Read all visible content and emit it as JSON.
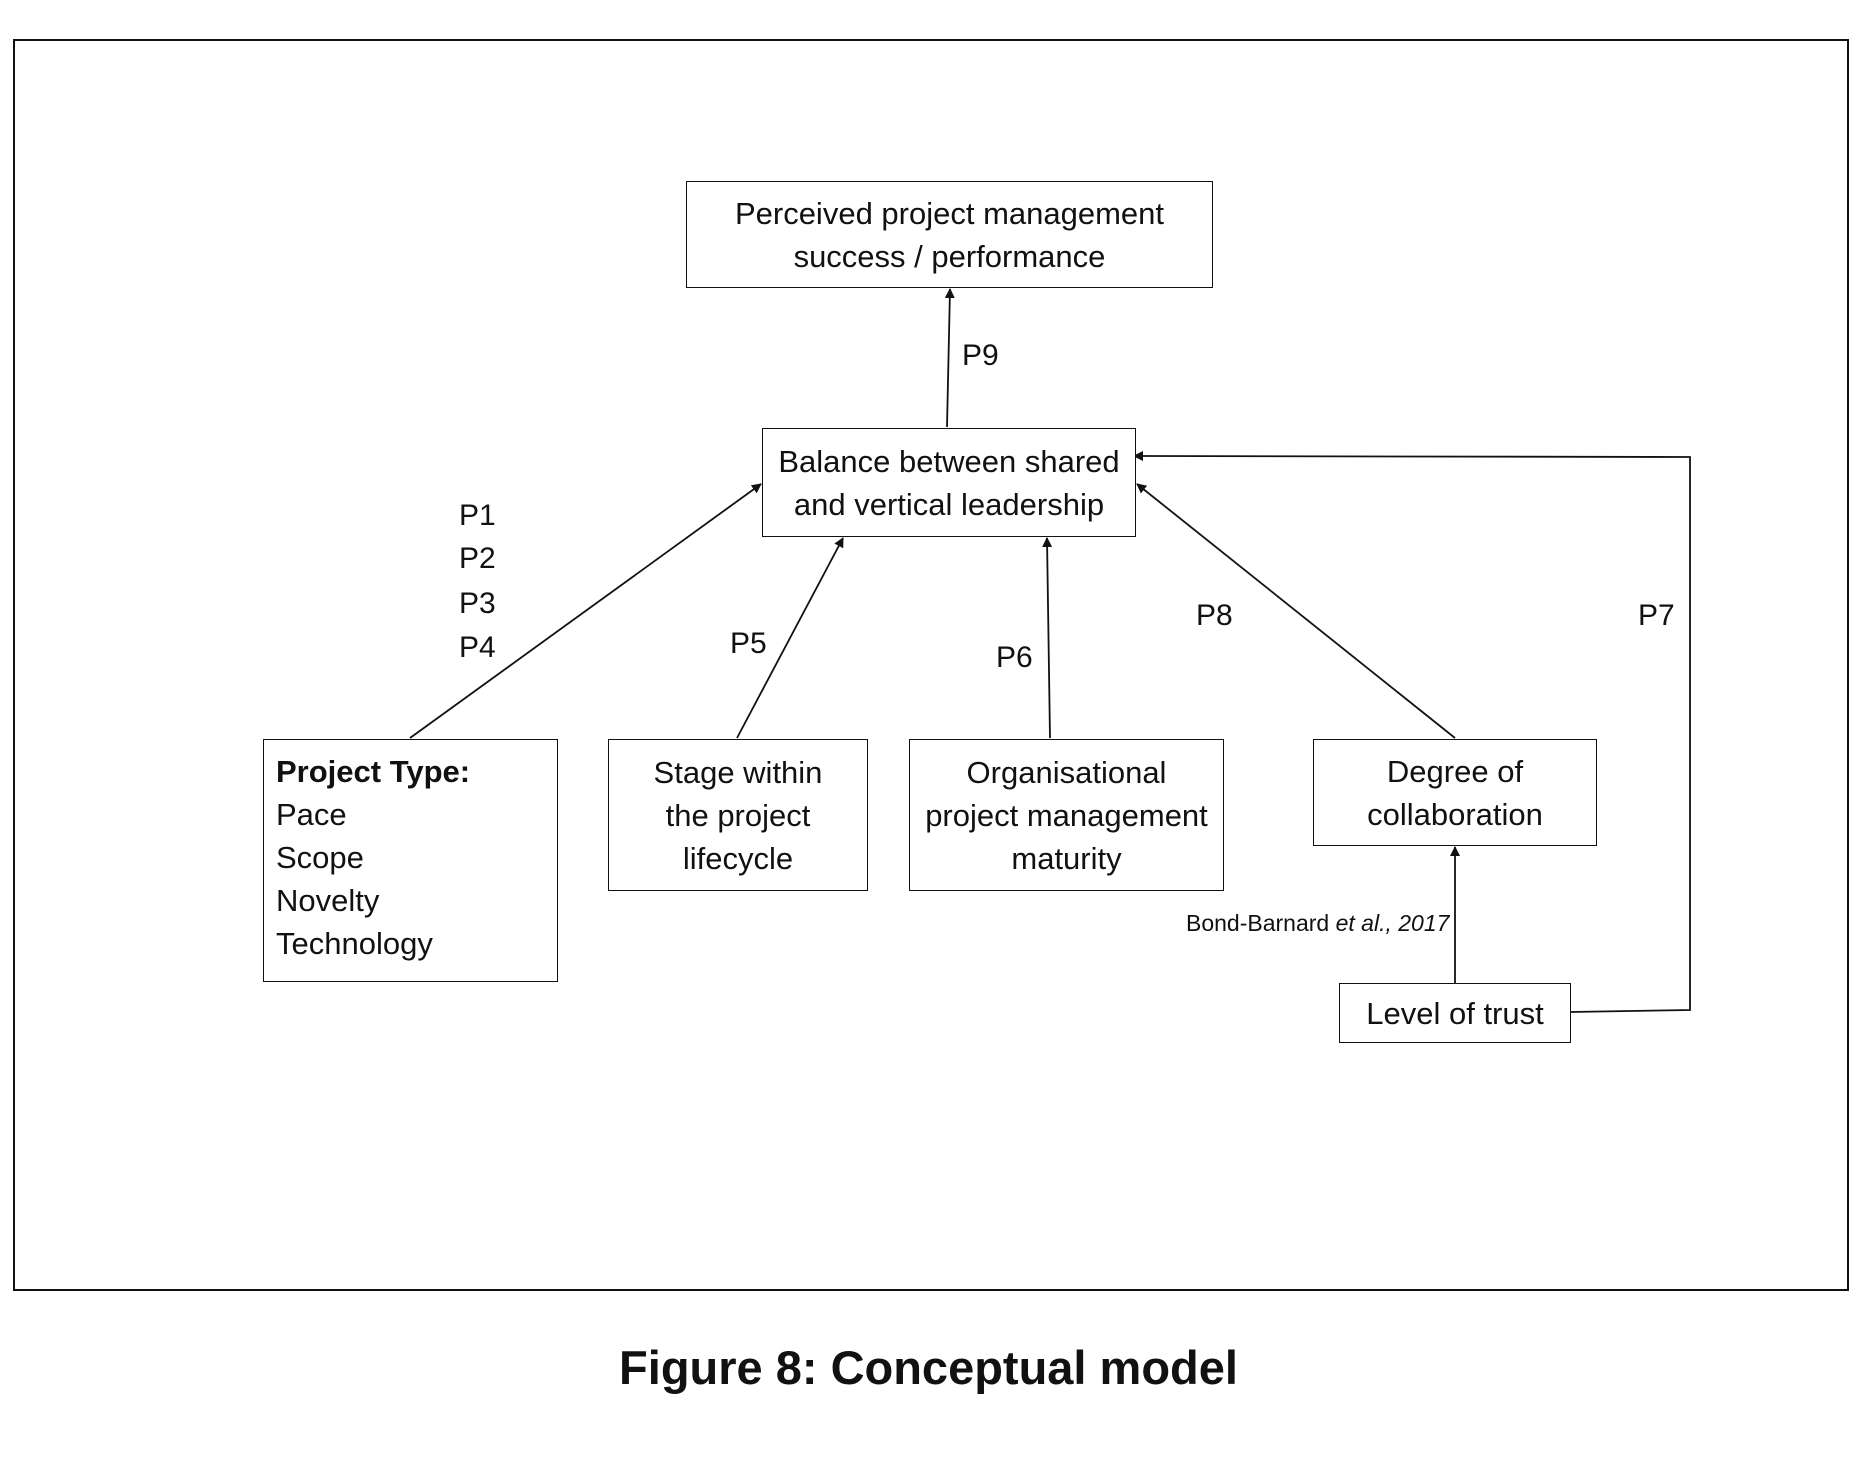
{
  "diagram": {
    "nodes": {
      "outcome": {
        "lines": [
          "Perceived project management",
          "success / performance"
        ]
      },
      "balance": {
        "lines": [
          "Balance between shared",
          "and vertical leadership"
        ]
      },
      "project_type": {
        "heading": "Project Type:",
        "lines": [
          "Pace",
          "Scope",
          "Novelty",
          "Technology"
        ]
      },
      "stage": {
        "lines": [
          "Stage within",
          "the project",
          "lifecycle"
        ]
      },
      "maturity": {
        "lines": [
          "Organisational",
          "project management",
          "maturity"
        ]
      },
      "collaboration": {
        "lines": [
          "Degree of",
          "collaboration"
        ]
      },
      "trust": {
        "lines": [
          "Level of trust"
        ]
      }
    },
    "edge_labels": {
      "p1": "P1",
      "p2": "P2",
      "p3": "P3",
      "p4": "P4",
      "p5": "P5",
      "p6": "P6",
      "p7": "P7",
      "p8": "P8",
      "p9": "P9"
    },
    "edges": [
      {
        "from": "balance",
        "to": "outcome",
        "label": "P9"
      },
      {
        "from": "project_type",
        "to": "balance",
        "label": "P1 P2 P3 P4"
      },
      {
        "from": "stage",
        "to": "balance",
        "label": "P5"
      },
      {
        "from": "maturity",
        "to": "balance",
        "label": "P6"
      },
      {
        "from": "collaboration",
        "to": "balance",
        "label": "P8"
      },
      {
        "from": "trust",
        "to": "balance",
        "label": "P7"
      },
      {
        "from": "trust",
        "to": "collaboration",
        "label": "Bond-Barnard et al., 2017"
      }
    ],
    "citation": {
      "authors": "Bond-Barnard ",
      "etal": "et al., 2017"
    }
  },
  "caption": "Figure 8: Conceptual model"
}
